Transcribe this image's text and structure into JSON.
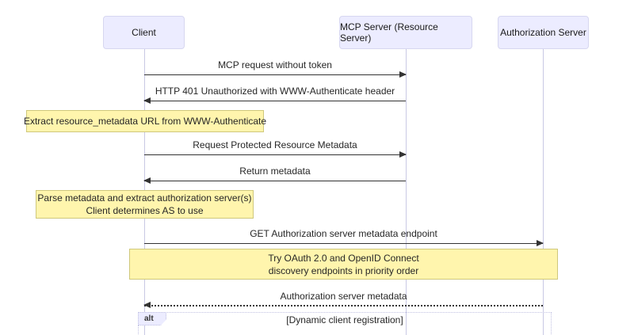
{
  "diagram_type": "sequence",
  "participants": [
    {
      "label": "Client"
    },
    {
      "label": "MCP Server (Resource Server)"
    },
    {
      "label": "Authorization Server"
    }
  ],
  "messages": [
    {
      "text": "MCP request without token",
      "from": "Client",
      "to": "MCP Server (Resource Server)",
      "line": "solid"
    },
    {
      "text": "HTTP 401 Unauthorized with WWW-Authenticate header",
      "from": "MCP Server (Resource Server)",
      "to": "Client",
      "line": "solid"
    },
    {
      "text": "Request Protected Resource Metadata",
      "from": "Client",
      "to": "MCP Server (Resource Server)",
      "line": "solid"
    },
    {
      "text": "Return metadata",
      "from": "MCP Server (Resource Server)",
      "to": "Client",
      "line": "solid"
    },
    {
      "text": "GET Authorization server metadata endpoint",
      "from": "Client",
      "to": "Authorization Server",
      "line": "solid"
    },
    {
      "text": "Authorization server metadata",
      "from": "Authorization Server",
      "to": "Client",
      "line": "dotted"
    }
  ],
  "notes": [
    {
      "lines": [
        "Extract resource_metadata URL from WWW-Authenticate"
      ],
      "over": "Client"
    },
    {
      "lines": [
        "Parse metadata and extract authorization server(s)",
        "Client determines AS to use"
      ],
      "over": "Client"
    },
    {
      "lines": [
        "Try OAuth 2.0 and OpenID Connect",
        "discovery endpoints in priority order"
      ],
      "over": "Client, Authorization Server"
    }
  ],
  "alt": {
    "label": "alt",
    "condition": "[Dynamic client registration]"
  },
  "colors": {
    "actor_fill": "#ececff",
    "actor_border": "#d7d7f0",
    "note_fill": "#fff5ad",
    "note_border": "#cfc87c",
    "lifeline": "#c9c9e4",
    "arrow": "#333333",
    "frame_border": "#c0c0e2",
    "background": "#ffffff"
  }
}
